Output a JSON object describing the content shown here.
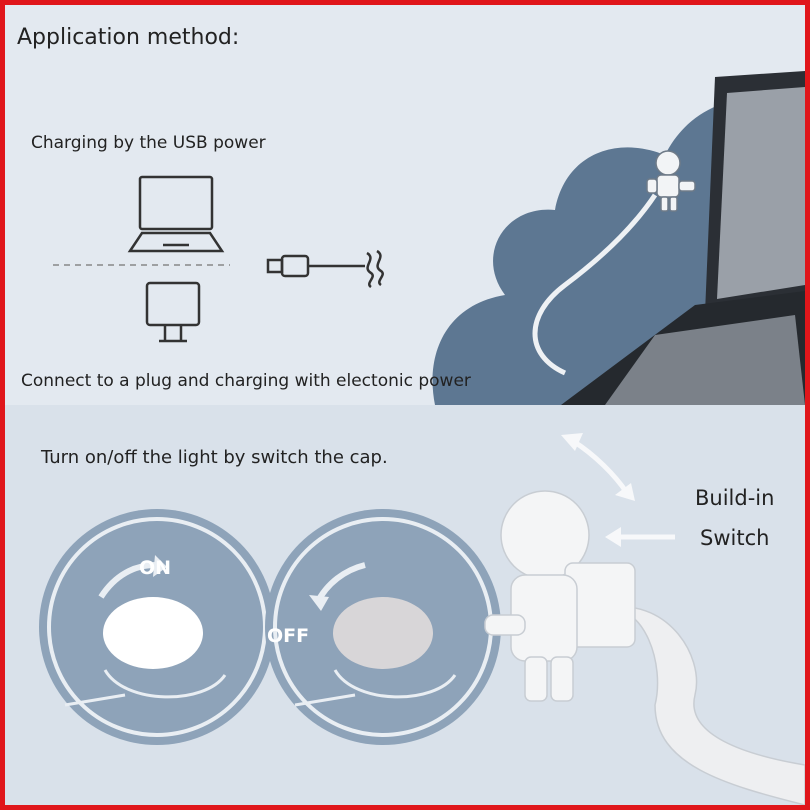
{
  "title": "Application method:",
  "usb_power_text": "Charging by the USB power",
  "plug_text": "Connect to a plug and charging with electonic power",
  "switch_text": "Turn on/off the light by switch the cap.",
  "build_in_line1": "Build-in",
  "build_in_line2": "Switch",
  "on_label": "ON",
  "off_label": "OFF",
  "colors": {
    "border": "#e0161b",
    "cloud": "#5d7792",
    "circle": "#8ea3b9",
    "panel_top": "#e3e9f0",
    "panel_bottom": "#d9e1ea"
  }
}
